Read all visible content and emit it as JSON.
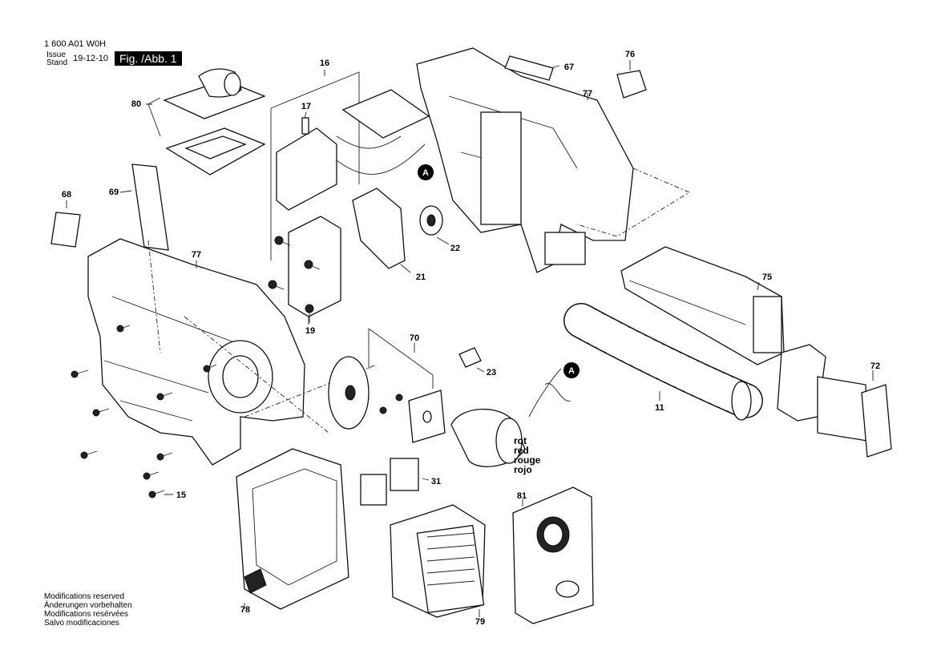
{
  "header": {
    "doc_number": "1 600 A01 W0H",
    "issue_label_line1": "Issue",
    "issue_label_line2": "Stand",
    "issue_date": "19-12-10",
    "figure_label": "Fig. /Abb. 1"
  },
  "notes": [
    "Modifications reserved",
    "Änderungen vorbehalten",
    "Modifications resérvées",
    "Salvo modificaciones"
  ],
  "wire_labels": [
    "rot",
    "red",
    "rouge",
    "rojo"
  ],
  "callouts": {
    "c16": "16",
    "c17": "17",
    "c80": "80",
    "c67": "67",
    "c76": "76",
    "c77a": "77",
    "c68": "68",
    "c69": "69",
    "c77b": "77",
    "c22": "22",
    "c21": "21",
    "c19": "19",
    "c75": "75",
    "c70": "70",
    "c23": "23",
    "c72": "72",
    "c11": "11",
    "c31": "31",
    "c15": "15",
    "c81": "81",
    "c78": "78",
    "c79": "79",
    "markerA1": "A",
    "markerA2": "A"
  }
}
